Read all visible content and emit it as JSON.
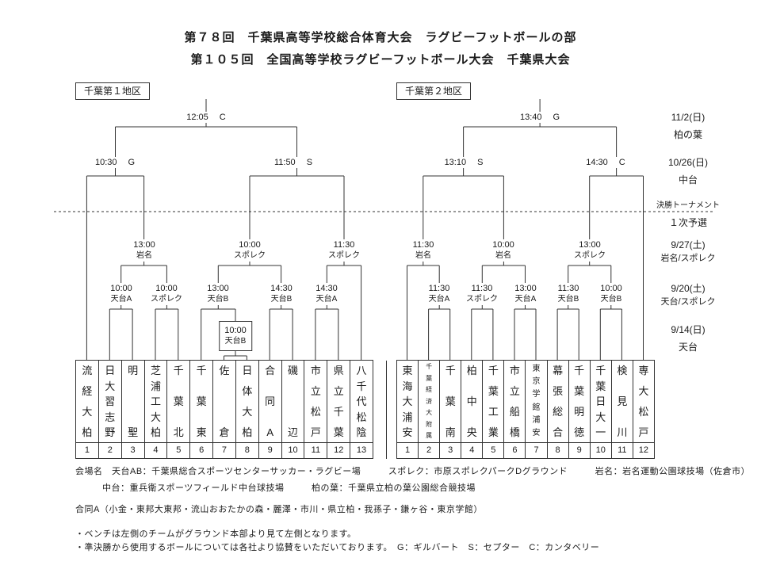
{
  "title": {
    "line1": "第７８回　千葉県高等学校総合体育大会　ラグビーフットボールの部",
    "line2": "第１０５回　全国高等学校ラグビーフットボール大会　千葉県大会"
  },
  "district1": {
    "label": "千葉第１地区",
    "teams": [
      {
        "name": "流経大柏",
        "no": "1"
      },
      {
        "name": "日大習志野",
        "no": "2"
      },
      {
        "name": "明聖",
        "no": "3"
      },
      {
        "name": "芝浦工大柏",
        "no": "4"
      },
      {
        "name": "千葉北",
        "no": "5"
      },
      {
        "name": "千葉東",
        "no": "6"
      },
      {
        "name": "佐倉",
        "no": "7"
      },
      {
        "name": "日体大柏",
        "no": "8"
      },
      {
        "name": "合同A",
        "no": "9"
      },
      {
        "name": "磯辺",
        "no": "10"
      },
      {
        "name": "市立松戸",
        "no": "11"
      },
      {
        "name": "県立千葉",
        "no": "12"
      },
      {
        "name": "八千代松陰",
        "no": "13"
      }
    ],
    "final": {
      "time": "12:05",
      "ball": "C"
    },
    "sf": [
      {
        "time": "10:30",
        "ball": "G"
      },
      {
        "time": "11:50",
        "ball": "S"
      }
    ],
    "r3": [
      {
        "time": "13:00",
        "venue": "岩名"
      },
      {
        "time": "10:00",
        "venue": "スポレク"
      },
      {
        "time": "11:30",
        "venue": "スポレク"
      }
    ],
    "r2": [
      {
        "time": "10:00",
        "venue": "天台A"
      },
      {
        "time": "10:00",
        "venue": "スポレク"
      },
      {
        "time": "13:00",
        "venue": "天台B"
      },
      {
        "time": "14:30",
        "venue": "天台B"
      },
      {
        "time": "14:30",
        "venue": "天台A"
      }
    ],
    "r1": [
      {
        "time": "10:00",
        "venue": "天台B"
      }
    ]
  },
  "district2": {
    "label": "千葉第２地区",
    "teams": [
      {
        "name": "東海大浦安",
        "no": "1"
      },
      {
        "name": "千葉経済大附属",
        "no": "2"
      },
      {
        "name": "千葉南",
        "no": "3"
      },
      {
        "name": "柏中央",
        "no": "4"
      },
      {
        "name": "千葉工業",
        "no": "5"
      },
      {
        "name": "市立船橋",
        "no": "6"
      },
      {
        "name": "東京学館浦安",
        "no": "7"
      },
      {
        "name": "幕張総合",
        "no": "8"
      },
      {
        "name": "千葉明徳",
        "no": "9"
      },
      {
        "name": "千葉日大一",
        "no": "10"
      },
      {
        "name": "検見川",
        "no": "11"
      },
      {
        "name": "専大松戸",
        "no": "12"
      }
    ],
    "final": {
      "time": "13:40",
      "ball": "G"
    },
    "sf": [
      {
        "time": "13:10",
        "ball": "S"
      },
      {
        "time": "14:30",
        "ball": "C"
      }
    ],
    "r3": [
      {
        "time": "11:30",
        "venue": "岩名"
      },
      {
        "time": "10:00",
        "venue": "岩名"
      },
      {
        "time": "13:00",
        "venue": "スポレク"
      }
    ],
    "r2": [
      {
        "time": "11:30",
        "venue": "天台A"
      },
      {
        "time": "11:30",
        "venue": "スポレク"
      },
      {
        "time": "13:00",
        "venue": "天台A"
      },
      {
        "time": "11:30",
        "venue": "天台B"
      },
      {
        "time": "10:00",
        "venue": "天台B"
      }
    ]
  },
  "schedule": {
    "rows": [
      {
        "date": "11/2(日)",
        "venue": "柏の葉"
      },
      {
        "date": "10/26(日)",
        "venue": "中台"
      },
      {
        "date": "9/27(土)",
        "venue": "岩名/スポレク"
      },
      {
        "date": "9/20(土)",
        "venue": "天台/スポレク"
      },
      {
        "date": "9/14(日)",
        "venue": "天台"
      }
    ],
    "phase_top": "決勝トーナメント",
    "phase_bottom": "１次予選"
  },
  "notes": {
    "venues1": "会場名　天台AB：千葉県総合スポーツセンターサッカー・ラグビー場　　　スポレク：市原スポレクパークDグラウンド　　　岩名：岩名運動公園球技場（佐倉市）",
    "venues2": "中台：重兵衛スポーツフィールド中台球技場　　　柏の葉：千葉県立柏の葉公園総合競技場",
    "joint": "合同A（小金・東邦大東邦・流山おおたかの森・麗澤・市川・県立柏・我孫子・鎌ヶ谷・東京学館）",
    "bench": "・ベンチは左側のチームがグラウンド本部より見て左側となります。",
    "balls": "・準決勝から使用するボールについては各社より協賛をいただいております。　G：ギルバート　S：セプター　C：カンタベリー"
  }
}
